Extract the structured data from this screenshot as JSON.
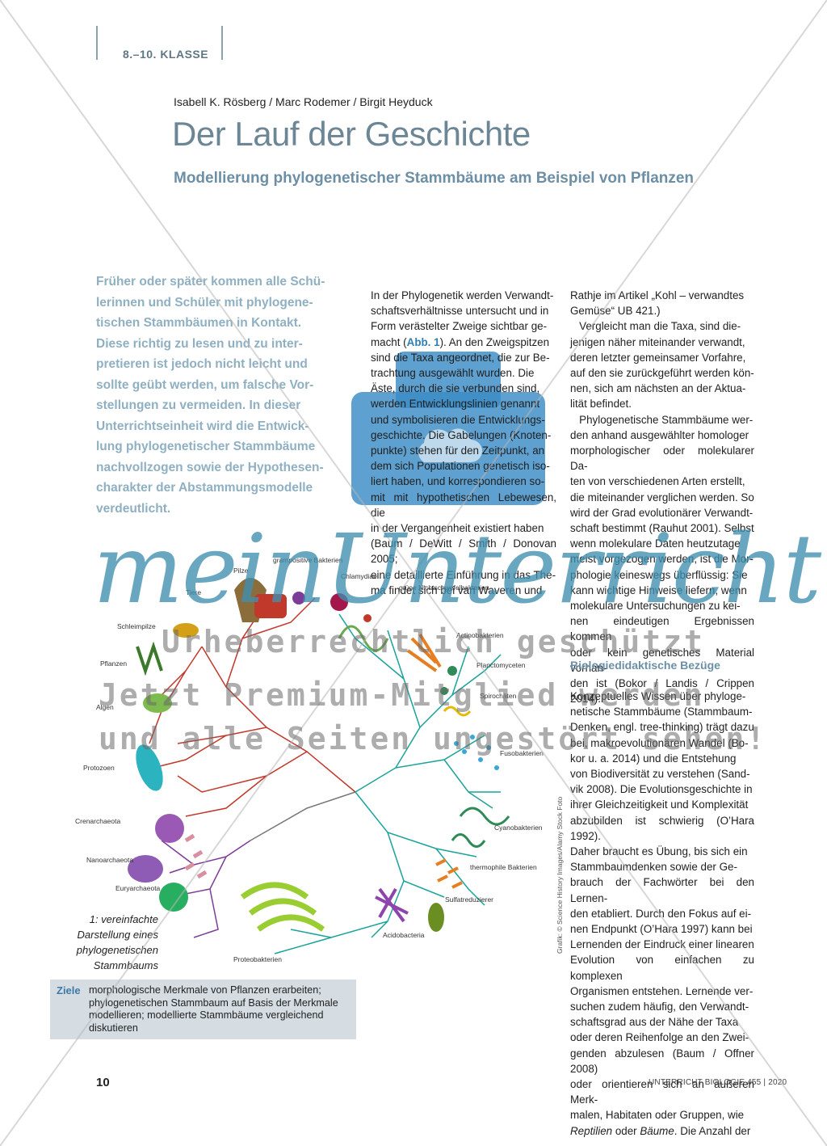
{
  "header": {
    "grade": "8.–10. KLASSE"
  },
  "article": {
    "authors": "Isabell K. Rösberg / Marc Rodemer / Birgit Heyduck",
    "title": "Der Lauf der Geschichte",
    "subtitle": "Modellierung phylogenetischer Stammbäume am Beispiel von Pflanzen"
  },
  "intro": {
    "lines": [
      "Früher oder später kommen alle Schü-",
      "lerinnen und Schüler mit phylogene-",
      "tischen Stammbäumen in Kontakt.",
      "Diese richtig zu lesen und zu inter-",
      "pretieren ist jedoch nicht leicht und",
      "sollte geübt werden, um falsche Vor-",
      "stellungen zu vermeiden. In dieser",
      "Unterrichtseinheit wird die Entwick-",
      "lung phylogenetischer Stammbäume",
      "nachvollzogen sowie der Hypothesen-",
      "charakter der Abstammungsmodelle",
      "verdeutlicht."
    ]
  },
  "col1": {
    "line1": "In der Phylogenetik werden Verwandt-",
    "line2": "schaftsverhältnisse untersucht und in",
    "line3": "Form verästelter Zweige sichtbar ge-",
    "line4_pre": "macht (",
    "line4_ref": "Abb. 1",
    "line4_post": "). An den Zweigspitzen",
    "rest": [
      "sind die Taxa angeordnet, die zur Be-",
      "trachtung ausgewählt wurden. Die",
      "Äste, durch die sie verbunden sind,",
      "werden Entwicklungslinien genannt",
      "und symbolisieren die Entwicklungs-",
      "geschichte. Die Gabelungen (Knoten-",
      "punkte) stehen für den Zeitpunkt, an",
      "dem sich Populationen genetisch iso-",
      "liert haben, und korrespondieren so-",
      "mit mit hypothetischen Lebewesen, die",
      "in der Vergangenheit existiert haben",
      "(Baum / DeWitt / Smith / Donovan 2005;",
      "eine detaillierte Einführung in das The-",
      "ma findet sich bei van Waveren und"
    ]
  },
  "col2": {
    "lines": [
      "Rathje im Artikel „Kohl – verwandtes",
      "Gemüse“ UB 421.)",
      "   Vergleicht man die Taxa, sind die-",
      "jenigen näher miteinander verwandt,",
      "deren letzter gemeinsamer Vorfahre,",
      "auf den sie zurückgeführt werden kön-",
      "nen, sich am nächsten an der Aktua-",
      "lität befindet.",
      "   Phylogenetische Stammbäume wer-",
      "den anhand ausgewählter homologer",
      "morphologischer oder molekularer Da-",
      "ten von verschiedenen Arten erstellt,",
      "die miteinander verglichen werden. So",
      "wird der Grad evolutionärer Verwandt-",
      "schaft bestimmt (Rauhut 2001). Selbst",
      "wenn molekulare Daten heutzutage",
      "meist vorgezogen werden, ist die Mor-",
      "phologie keineswegs überflüssig: Sie",
      "kann wichtige Hinweise liefern, wenn",
      "molekulare Untersuchungen zu kei-",
      "nen eindeutigen Ergebnissen kommen",
      "oder kein genetisches Material vorhan-",
      "den ist (Bokor / Landis / Crippen 2014)."
    ]
  },
  "section_heading": "Biologiedidaktische Bezüge",
  "col3": {
    "lines": [
      "Konzeptuelles Wissen über phyloge-",
      "netische Stammbäume (Stammbaum-",
      "Denken, engl. tree-thinking) trägt dazu",
      "bei, makroevolutionären Wandel (Bo-",
      "kor u. a. 2014) und die Entstehung",
      "von Biodiversität zu verstehen (Sand-",
      "vik 2008). Die Evolutionsgeschichte in",
      "ihrer Gleichzeitigkeit und Komplexität",
      "abzubilden ist schwierig (O’Hara 1992).",
      "Daher braucht es Übung, bis sich ein",
      "Stammbaumdenken sowie der Ge-",
      "brauch der Fachwörter bei den Lernen-",
      "den etabliert. Durch den Fokus auf ei-",
      "nen Endpunkt (O’Hara 1997) kann bei",
      "Lernenden der Eindruck einer linearen",
      "Evolution von einfachen zu komplexen",
      "Organismen entstehen. Lernende ver-",
      "suchen zudem häufig, den Verwandt-",
      "schaftsgrad aus der Nähe der Taxa",
      "oder deren Reihenfolge an den Zwei-",
      "genden abzulesen (Baum / Offner 2008)",
      "oder orientieren sich an äußeren Merk-",
      "malen, Habitaten oder Gruppen, wie"
    ],
    "last_pre": "",
    "last_em1": "Reptilien",
    "last_mid": " oder ",
    "last_em2": "Bäume",
    "last_post": ". Die Anzahl der"
  },
  "figure": {
    "caption": "1: vereinfachte Darstellung eines phylogenetischen Stammbaums",
    "credit": "Grafik: © Science History Images/Alamy Stock Foto",
    "labels": {
      "grampositive": "grampositive Bakterien",
      "pilze": "Pilze",
      "chlamydiae": "Chlamydiae",
      "tiere": "Tiere",
      "gruene": "grüne Nichtschwefelbakterien",
      "schleimpilze": "Schleimpilze",
      "actino": "Actinobakterien",
      "pflanzen": "Pflanzen",
      "plancto": "Planctomyceten",
      "spiro": "Spirochäten",
      "algen": "Algen",
      "fuso": "Fusobakterien",
      "protozoen": "Protozoen",
      "crenarch": "Crenarchaeota",
      "cyano": "Cyanobakterien",
      "nanoarch": "Nanoarchaeota",
      "thermo": "thermophile Bakterien",
      "euryarch": "Euryarchaeota",
      "sulfat": "Sulfatreduzierer",
      "acido": "Acidobacteria",
      "proteo": "Proteobakterien"
    }
  },
  "ziele": {
    "label": "Ziele",
    "line1": "morphologische Merkmale von Pflanzen erarbeiten;",
    "line2": "phylogenetischen Stammbaum auf Basis der Merkmale",
    "line3": "modellieren; modellierte Stammbäume vergleichend",
    "line4": "diskutieren"
  },
  "footer": {
    "page_number": "10",
    "journal": "UNTERRICHT BIOLOGIE 455 | 2020"
  },
  "watermark": {
    "brand": "meinUnterricht",
    "line1": "Urheberrechtlich geschützt",
    "line2": "Jetzt Premium-Mitglied werden",
    "line3": "und alle Seiten ungestört sehen!"
  },
  "colors": {
    "accent": "#6c8fa6",
    "title": "#6c8696",
    "ziele_bg": "#d6dde2",
    "link": "#2f7fb0"
  }
}
